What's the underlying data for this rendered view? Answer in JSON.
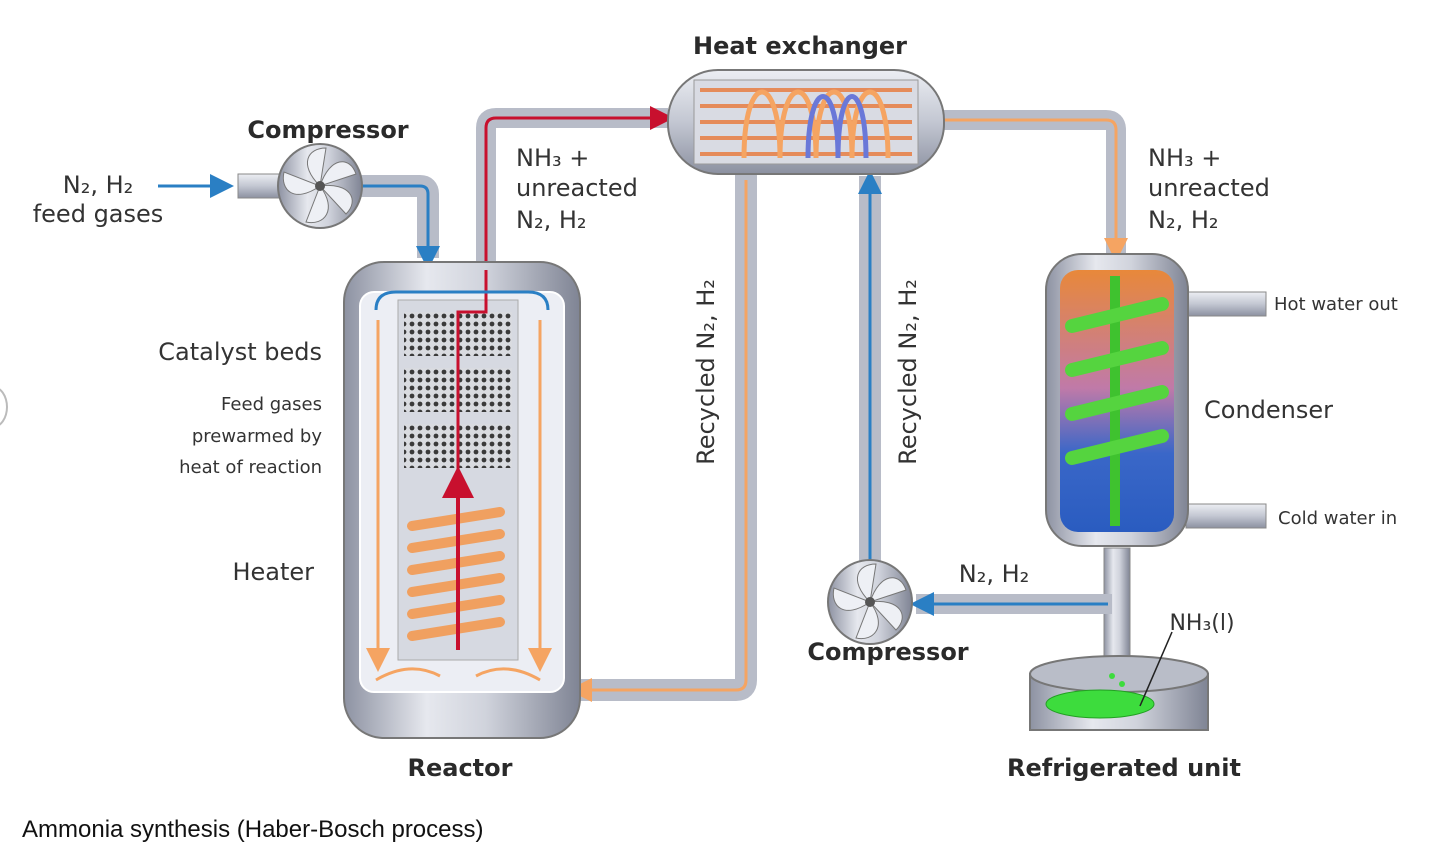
{
  "caption": "Ammonia synthesis (Haber-Bosch process)",
  "labels": {
    "compressor_top": "Compressor",
    "feed_line1": "N₂, H₂",
    "feed_line2": "feed gases",
    "heat_exchanger": "Heat exchanger",
    "mix_left_1": "NH₃ +",
    "mix_left_2": "unreacted",
    "mix_left_3": "N₂, H₂",
    "mix_right_1": "NH₃ +",
    "mix_right_2": "unreacted",
    "mix_right_3": "N₂, H₂",
    "catalyst_beds": "Catalyst beds",
    "prewarm_1": "Feed gases",
    "prewarm_2": "prewarmed by",
    "prewarm_3": "heat of reaction",
    "heater": "Heater",
    "recycled_left": "Recycled N₂, H₂",
    "recycled_right": "Recycled N₂, H₂",
    "hot_water_out": "Hot water out",
    "condenser": "Condenser",
    "cold_water_in": "Cold water in",
    "n2h2_return": "N₂, H₂",
    "compressor_bottom": "Compressor",
    "nh3_liquid": "NH₃(l)",
    "reactor": "Reactor",
    "refrigerated_unit": "Refrigerated unit"
  },
  "colors": {
    "hot_gas": "#f5a462",
    "reacted_gas": "#c8102e",
    "feed_gas": "#2a7fc4",
    "condenser_coil": "#55d43f",
    "liquid_ammonia": "#3ddc3d",
    "vessel_steel": "#c9ccd6"
  }
}
